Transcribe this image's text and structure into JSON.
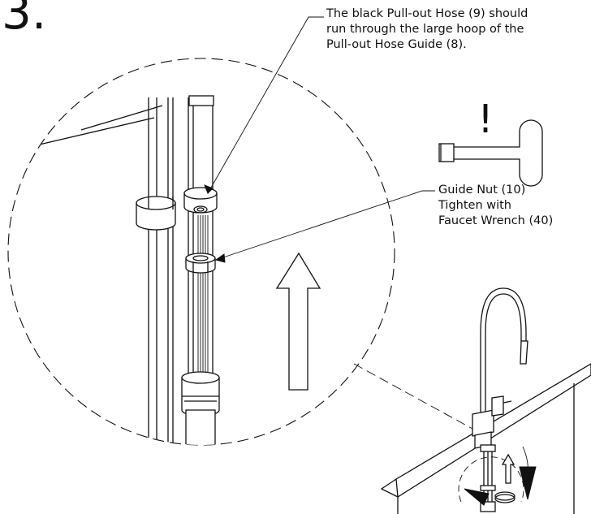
{
  "step": {
    "number": "3."
  },
  "callouts": {
    "hose": {
      "line1": "The black Pull-out Hose (9) should",
      "line2": "run through the large hoop of the",
      "line3": "Pull-out Hose Guide (8)."
    },
    "nut": {
      "line1": "Guide Nut (10)",
      "line2": "Tighten with",
      "line3": "Faucet Wrench (40)"
    }
  },
  "warning": {
    "symbol": "!"
  },
  "icons": [
    "exclamation-icon",
    "wrench-icon",
    "up-arrow-icon",
    "down-arrow-icon",
    "faucet-icon"
  ]
}
